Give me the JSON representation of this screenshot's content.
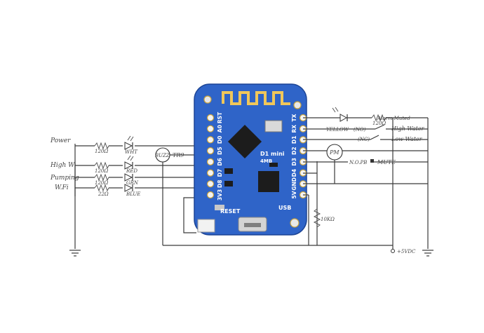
{
  "board": {
    "name": "D1 mini",
    "chip": "4MB",
    "pins_left": [
      "3V3",
      "D8",
      "D7",
      "D6",
      "D5",
      "D0",
      "A0",
      "RST"
    ],
    "pins_right": [
      "5V",
      "GND",
      "D4",
      "D3",
      "D2",
      "D1",
      "RX",
      "TX"
    ],
    "reset_label": "RESET",
    "usb_label": "USB",
    "color": "#2f64c8"
  },
  "left_labels": {
    "power": "Power",
    "high_w": "High W",
    "pumping": "Pumping",
    "wifi": "W.Fi"
  },
  "resistors_left": [
    "120Ω",
    "120Ω",
    "120Ω",
    "22Ω"
  ],
  "led_colors": [
    "WHT",
    "RED",
    "GRN",
    "BLUE"
  ],
  "buzz": {
    "label": "BUZZ",
    "note": "TR9"
  },
  "right_labels": {
    "alarm_muted": "Alarm Muted",
    "yellow": "YELLOW",
    "no": "(NO)",
    "r_120": "120Ω",
    "high_water": "High Water",
    "nc": "(NC)",
    "low_water": "Low Water",
    "pm": "PM",
    "nopb": "N.O.PB",
    "mute": "MUTE"
  },
  "pullup": "10KΩ",
  "supply": "+5VDC"
}
